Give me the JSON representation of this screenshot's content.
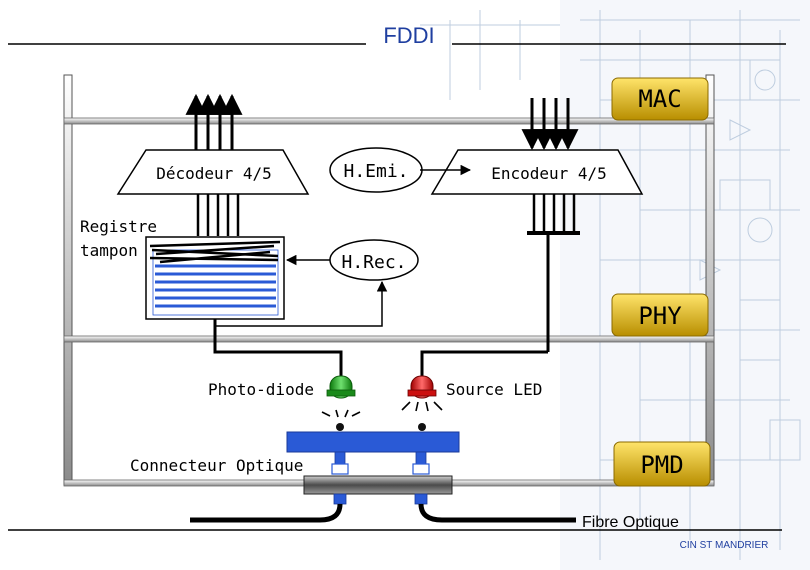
{
  "title": "FDDI",
  "layers": {
    "mac": "MAC",
    "phy": "PHY",
    "pmd": "PMD"
  },
  "blocks": {
    "decoder": "Décodeur 4/5",
    "encoder": "Encodeur 4/5",
    "h_emi": "H.Emi.",
    "h_rec": "H.Rec.",
    "buffer_line1": "Registre",
    "buffer_line2": "tampon",
    "photodiode": "Photo-diode",
    "source_led": "Source LED",
    "connector": "Connecteur Optique",
    "fiber": "Fibre Optique"
  },
  "footer": "CIN ST MANDRIER",
  "colors": {
    "layer_badge": "#c8a400",
    "blue": "#2a5ad6",
    "photodiode": "#22aa22",
    "led": "#dd1111",
    "connector": "#555555",
    "frame": "#777777",
    "title": "#1f3fa0"
  }
}
